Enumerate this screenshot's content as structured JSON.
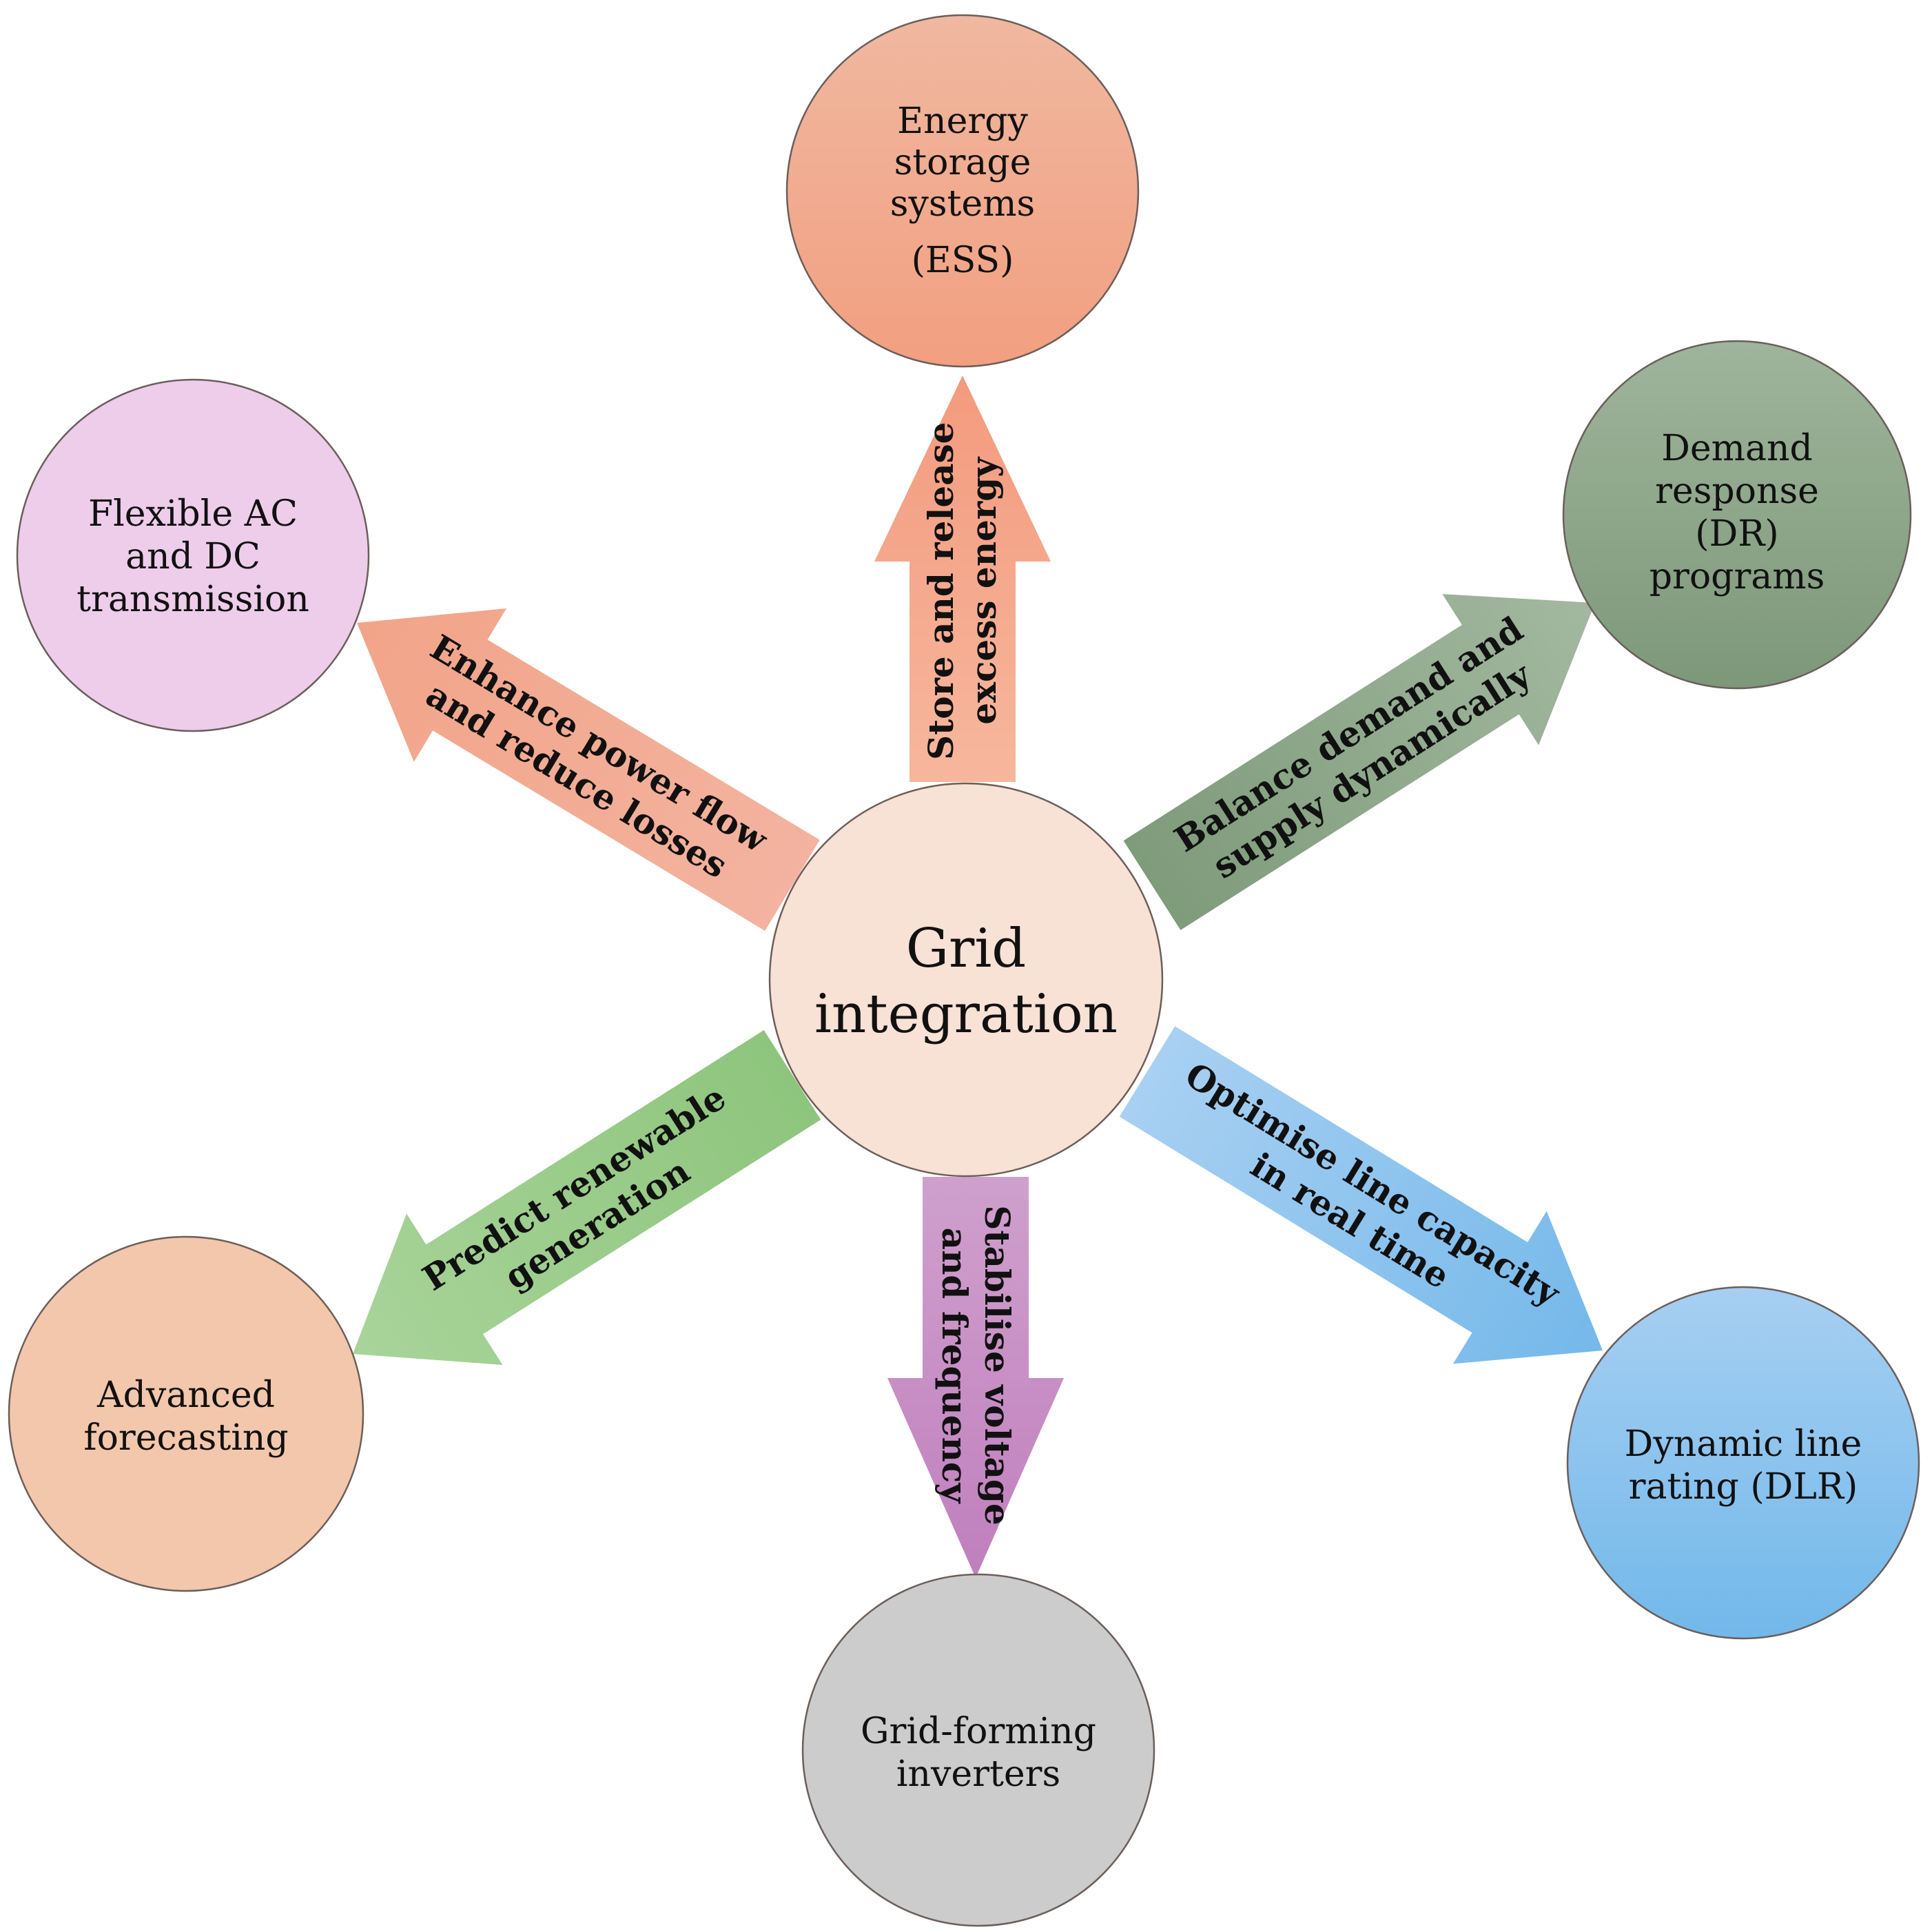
{
  "center": {
    "lines": [
      "Grid",
      "integration"
    ],
    "color": "#f8e1d5"
  },
  "nodes": [
    {
      "id": "ess",
      "lines": [
        "Energy",
        "storage",
        "systems",
        "(ESS)"
      ],
      "color_top": "#f0b8a0",
      "color_bottom": "#f29f80"
    },
    {
      "id": "dr",
      "lines": [
        "Demand",
        "response",
        "(DR)",
        "programs"
      ],
      "color_top": "#9fb49c",
      "color_bottom": "#7d9879"
    },
    {
      "id": "dlr",
      "lines": [
        "Dynamic line",
        "rating (DLR)"
      ],
      "color_top": "#a6cff2",
      "color_bottom": "#72b8ea"
    },
    {
      "id": "gfi",
      "lines": [
        "Grid-forming",
        "inverters"
      ],
      "color_top": "#cccccc",
      "color_bottom": "#cccccc"
    },
    {
      "id": "af",
      "lines": [
        "Advanced",
        "forecasting"
      ],
      "color_top": "#f3c7ac",
      "color_bottom": "#f3c7ac"
    },
    {
      "id": "facts",
      "lines": [
        "Flexible AC",
        "and DC",
        "transmission"
      ],
      "color_top": "#eecdeb",
      "color_bottom": "#eecdeb"
    }
  ],
  "arrows": [
    {
      "id": "ess",
      "lines": [
        "Store and release",
        "excess energy"
      ],
      "color_a": "#f7b79c",
      "color_b": "#f39a7e"
    },
    {
      "id": "dr",
      "lines": [
        "Balance demand and",
        "supply dynamically"
      ],
      "color_a": "#7e9b7a",
      "color_b": "#a3b8a0"
    },
    {
      "id": "dlr",
      "lines": [
        "Optimise line capacity",
        "in real time"
      ],
      "color_a": "#a8d0f2",
      "color_b": "#74b8ea"
    },
    {
      "id": "gfi",
      "lines": [
        "Stabilise voltage",
        "and frequency"
      ],
      "color_a": "#cfa0cc",
      "color_b": "#c07fbe"
    },
    {
      "id": "af",
      "lines": [
        "Predict renewable",
        "generation"
      ],
      "color_a": "#8ec57d",
      "color_b": "#a8d49a"
    },
    {
      "id": "facts",
      "lines": [
        "Enhance power flow",
        "and reduce losses"
      ],
      "color_a": "#f3b3a0",
      "color_b": "#f2a488"
    }
  ]
}
